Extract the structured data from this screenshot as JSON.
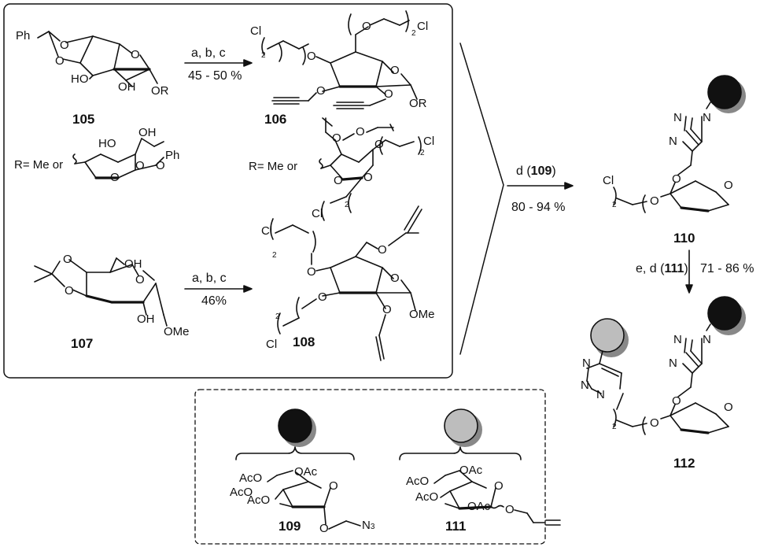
{
  "colors": {
    "black_group": "#111111",
    "grey_group": "#bdbdbd",
    "shadow": "#888888",
    "line": "#111111"
  },
  "labels": {
    "ph_105": "Ph",
    "ho_105": "HO",
    "oh_105": "OH",
    "or_105": "OR",
    "o_generic": "O",
    "r_def1": "R= Me or",
    "r_def1_oh": "OH",
    "r_def1_ho": "HO",
    "r_def1_ph": "Ph",
    "cl": "Cl",
    "sub2": "2",
    "or_106": "OR",
    "r_def2": "R= Me or",
    "oh_107": "OH",
    "oh2_107": "OH",
    "ome": "OMe",
    "ome_108": "OMe",
    "n": "N",
    "n_eq": "N",
    "n_dash": "N",
    "oac": "OAc",
    "aco": "AcO",
    "n3_base": "N",
    "n3_sub": "3"
  },
  "compounds": {
    "c105": "105",
    "c106": "106",
    "c107": "107",
    "c108": "108",
    "c109": "109",
    "c110": "110",
    "c111": "111",
    "c112": "112"
  },
  "conditions": {
    "step1": "a, b, c",
    "step1_yield": "45 - 50 %",
    "step2": "a, b, c",
    "step2_yield": "46%",
    "step3_prefix": "d (",
    "step3_ref": "109",
    "step3_suffix": ")",
    "step3_yield": "80 - 94 %",
    "step4_prefix": "e, d (",
    "step4_ref": "111",
    "step4_suffix": ")",
    "step4_yield": "71 - 86 %"
  }
}
